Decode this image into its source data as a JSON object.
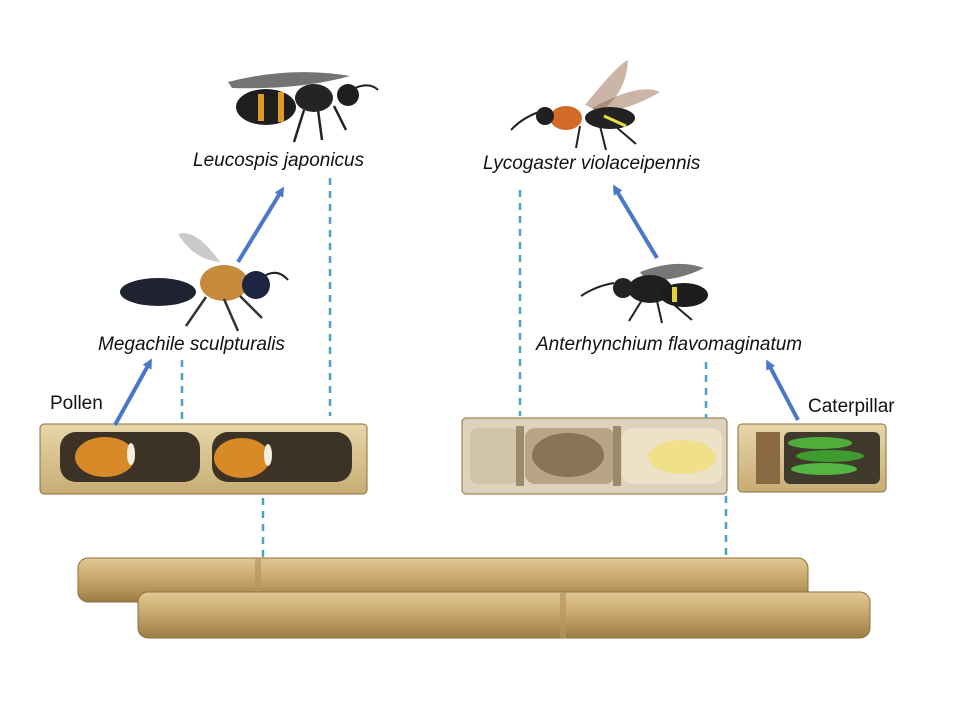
{
  "species": {
    "leucospis": "Leucospis japonicus",
    "lycogaster": "Lycogaster violaceipennis",
    "megachile": "Megachile sculpturalis",
    "anterhynchium": "Anterhynchium flavomaginatum"
  },
  "resources": {
    "pollen": "Pollen",
    "caterpillar": "Caterpillar"
  },
  "colors": {
    "arrow": "#4a78c8",
    "dashed_line": "#4aa3c3",
    "bamboo": "#c9a96e"
  }
}
